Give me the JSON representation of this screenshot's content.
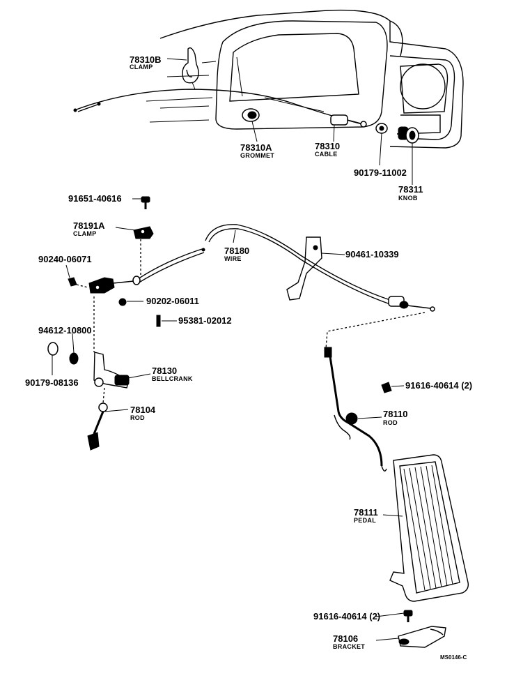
{
  "parts": [
    {
      "id": "p78310B",
      "number": "78310B",
      "name": "CLAMP"
    },
    {
      "id": "p78310A",
      "number": "78310A",
      "name": "GROMMET"
    },
    {
      "id": "p78310",
      "number": "78310",
      "name": "CABLE"
    },
    {
      "id": "p90179_11002",
      "number": "90179-11002",
      "name": ""
    },
    {
      "id": "p78311",
      "number": "78311",
      "name": "KNOB"
    },
    {
      "id": "p91651",
      "number": "91651-40616",
      "name": ""
    },
    {
      "id": "p78191A",
      "number": "78191A",
      "name": "CLAMP"
    },
    {
      "id": "p78180",
      "number": "78180",
      "name": "WIRE"
    },
    {
      "id": "p90461",
      "number": "90461-10339",
      "name": ""
    },
    {
      "id": "p90240",
      "number": "90240-06071",
      "name": ""
    },
    {
      "id": "p90202",
      "number": "90202-06011",
      "name": ""
    },
    {
      "id": "p95381",
      "number": "95381-02012",
      "name": ""
    },
    {
      "id": "p94612",
      "number": "94612-10800",
      "name": ""
    },
    {
      "id": "p90179_08136",
      "number": "90179-08136",
      "name": ""
    },
    {
      "id": "p78130",
      "number": "78130",
      "name": "BELLCRANK"
    },
    {
      "id": "p91616a",
      "number": "91616-40614 (2)",
      "name": ""
    },
    {
      "id": "p78104",
      "number": "78104",
      "name": "ROD"
    },
    {
      "id": "p78110",
      "number": "78110",
      "name": "ROD"
    },
    {
      "id": "p78111",
      "number": "78111",
      "name": "PEDAL"
    },
    {
      "id": "p91616b",
      "number": "91616-40614 (2)",
      "name": ""
    },
    {
      "id": "p78106",
      "number": "78106",
      "name": "BRACKET"
    }
  ],
  "figure_code": "MS0146-C"
}
